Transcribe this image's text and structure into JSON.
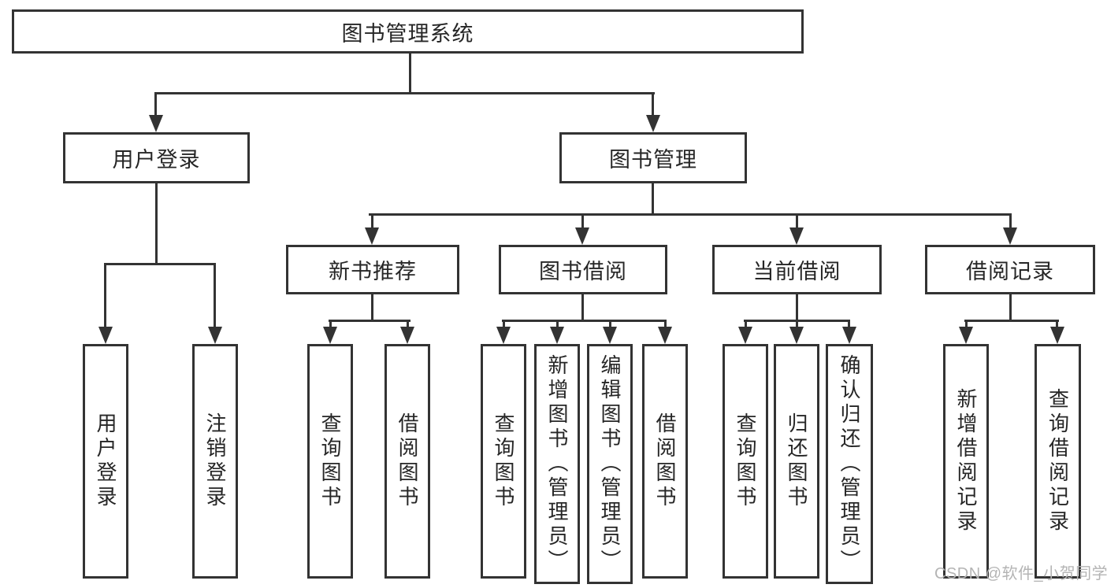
{
  "tree": {
    "root": {
      "label": "图书管理系统"
    },
    "branches": [
      {
        "label": "用户登录",
        "children": [
          {
            "label": "用户登录"
          },
          {
            "label": "注销登录"
          }
        ]
      },
      {
        "label": "图书管理",
        "children": [
          {
            "label": "新书推荐",
            "children": [
              {
                "label": "查询图书"
              },
              {
                "label": "借阅图书"
              }
            ]
          },
          {
            "label": "图书借阅",
            "children": [
              {
                "label": "查询图书"
              },
              {
                "label": "新增图书（管理员）"
              },
              {
                "label": "编辑图书（管理员）"
              },
              {
                "label": "借阅图书"
              }
            ]
          },
          {
            "label": "当前借阅",
            "children": [
              {
                "label": "查询图书"
              },
              {
                "label": "归还图书"
              },
              {
                "label": "确认归还（管理员）"
              }
            ]
          },
          {
            "label": "借阅记录",
            "children": [
              {
                "label": "新增借阅记录"
              },
              {
                "label": "查询借阅记录"
              }
            ]
          }
        ]
      }
    ]
  },
  "watermark": {
    "text": "CSDN @软件_小贺同学"
  },
  "colors": {
    "line": "#333333",
    "text": "#262626",
    "watermark": "#b4b4b4",
    "background": "#ffffff"
  }
}
